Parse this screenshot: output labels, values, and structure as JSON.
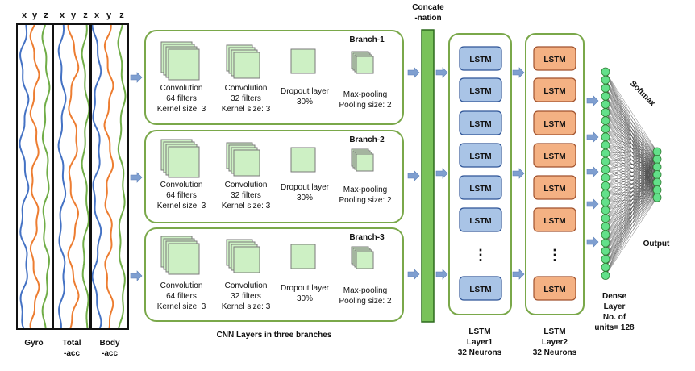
{
  "signals": {
    "axes": [
      "x",
      "y",
      "z"
    ],
    "groups": [
      {
        "label": "Gyro"
      },
      {
        "label_lines": [
          "Total",
          "-acc"
        ]
      },
      {
        "label_lines": [
          "Body",
          "-acc"
        ]
      }
    ]
  },
  "branches": [
    {
      "title": "Branch-1",
      "layers": [
        {
          "lines": [
            "Convolution",
            "64 filters",
            "Kernel size: 3"
          ]
        },
        {
          "lines": [
            "Convolution",
            "32 filters",
            "Kernel size: 3"
          ]
        },
        {
          "lines": [
            "Dropout layer",
            "30%"
          ]
        },
        {
          "lines": [
            "Max-pooling",
            "Pooling size: 2"
          ]
        }
      ]
    },
    {
      "title": "Branch-2",
      "layers": [
        {
          "lines": [
            "Convolution",
            "64 filters",
            "Kernel size: 3"
          ]
        },
        {
          "lines": [
            "Convolution",
            "32 filters",
            "Kernel size: 3"
          ]
        },
        {
          "lines": [
            "Dropout layer",
            "30%"
          ]
        },
        {
          "lines": [
            "Max-pooling",
            "Pooling size: 2"
          ]
        }
      ]
    },
    {
      "title": "Branch-3",
      "layers": [
        {
          "lines": [
            "Convolution",
            "64 filters",
            "Kernel size: 3"
          ]
        },
        {
          "lines": [
            "Convolution",
            "32 filters",
            "Kernel size: 3"
          ]
        },
        {
          "lines": [
            "Dropout layer",
            "30%"
          ]
        },
        {
          "lines": [
            "Max-pooling",
            "Pooling size: 2"
          ]
        }
      ]
    }
  ],
  "cnn_caption": "CNN Layers in three branches",
  "concat_label": [
    "Concate",
    "-nation"
  ],
  "lstm1": {
    "cell_label": "LSTM",
    "caption": [
      "LSTM",
      "Layer1",
      "32 Neurons"
    ],
    "ellipsis": "⋮"
  },
  "lstm2": {
    "cell_label": "LSTM",
    "caption": [
      "LSTM",
      "Layer2",
      "32 Neurons"
    ],
    "ellipsis": "⋮"
  },
  "softmax_label": "Softmax",
  "output_label": "Output",
  "dense_caption": [
    "Dense",
    "Layer",
    "No. of",
    "units= 128"
  ],
  "colors": {
    "gyro_x": "#4472c4",
    "gyro_y": "#ed7d31",
    "gyro_z": "#70ad47",
    "branch_border": "#7aa84a",
    "conv_fill": "#cdf0c4",
    "lstm1_fill": "#a9c4e6",
    "lstm1_border": "#2f5597",
    "lstm2_fill": "#f4b183",
    "lstm2_border": "#a0522d",
    "neuron_fill": "#63e08a",
    "concat_fill": "#79c25a",
    "arrow_blue": "#7f9fd0",
    "arrow_orange": "#f4a460"
  }
}
